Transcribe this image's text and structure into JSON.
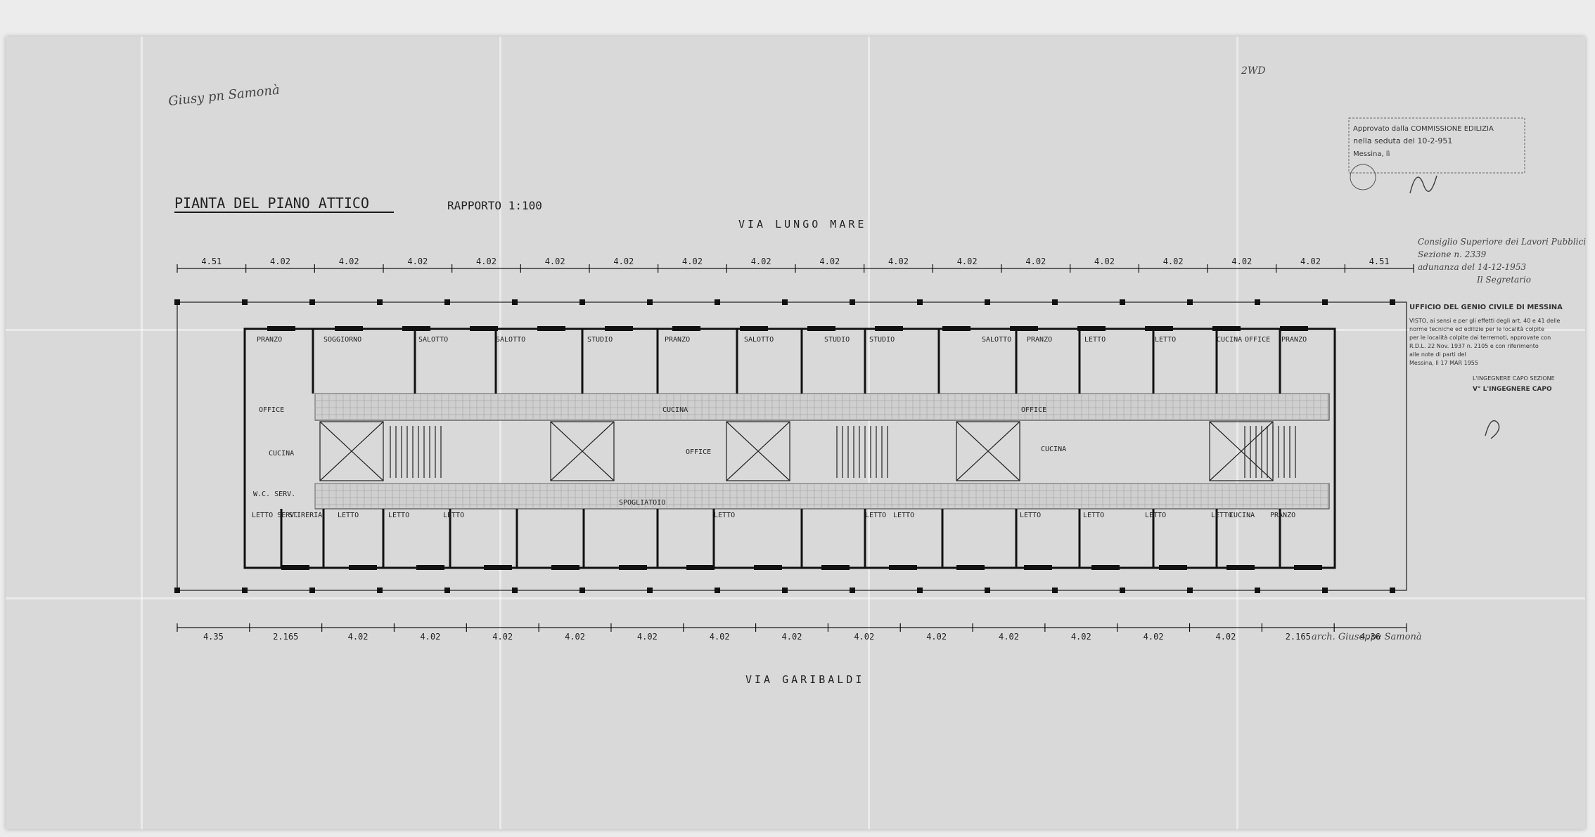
{
  "drawing": {
    "title": "PIANTA DEL PIANO ATTICO",
    "scale": "RAPPORTO 1:100",
    "street_top": "VIA LUNGO MARE",
    "street_bottom": "VIA GARIBALDI",
    "architect_signature": "arch. Giuseppe Samonà",
    "top_left_note": "Giusy pn Samonà",
    "corner_note": "2WD"
  },
  "dimensions": {
    "top": [
      "4.51",
      "4.02",
      "4.02",
      "4.02",
      "4.02",
      "4.02",
      "4.02",
      "4.02",
      "4.02",
      "4.02",
      "4.02",
      "4.02",
      "4.02",
      "4.02",
      "4.02",
      "4.02",
      "4.02",
      "4.51"
    ],
    "bottom": [
      "4.35",
      "2.165",
      "4.02",
      "4.02",
      "4.02",
      "4.02",
      "4.02",
      "4.02",
      "4.02",
      "4.02",
      "4.02",
      "4.02",
      "4.02",
      "4.02",
      "4.02",
      "2.165",
      "4.36"
    ]
  },
  "rooms_top": [
    "PRANZO",
    "SOGGIORNO",
    "SALOTTO",
    "SALOTTO",
    "STUDIO",
    "PRANZO",
    "SALOTTO",
    "STUDIO",
    "STUDIO",
    "SALOTTO",
    "PRANZO",
    "LETTO",
    "LETTO",
    "CUCINA",
    "OFFICE",
    "PRANZO"
  ],
  "rooms_middle": [
    "OFFICE",
    "CUCINA",
    "OFFICE",
    "CUCINA",
    "OFFICE",
    "CUCINA"
  ],
  "rooms_bottom": [
    "W.C. SERV.",
    "LETTO SERV.",
    "STIRERIA",
    "LETTO",
    "LETTO",
    "LETTO",
    "SPOGLIATOIO",
    "LETTO",
    "LETTO",
    "LETTO",
    "LETTO",
    "LETTO",
    "LETTO",
    "LETTO",
    "CUCINA",
    "PRANZO"
  ],
  "stamps": {
    "commission": [
      "Approvato dalla COMMISSIONE EDILIZIA",
      "nella seduta del 10-2-951",
      "Messina, lì"
    ],
    "council": [
      "Consiglio Superiore dei Lavori Pubblici",
      "Sezione n. 2339",
      "adunanza del 14-12-1953",
      "Il Segretario"
    ],
    "genio_civile": {
      "header": "UFFICIO DEL GENIO CIVILE DI MESSINA",
      "lines": [
        "VISTO, ai sensi e per gli effetti degli art. 40 e 41 delle",
        "norme tecniche ed edilizie per le località colpite",
        "per le località colpite dai terremoti, approvate con",
        "R.D.L. 22 Nov. 1937 n. 2105 e con riferimento",
        "alle note di parti del",
        "Messina, lì 17 MAR 1955"
      ],
      "chief": "L'INGEGNERE CAPO SEZIONE",
      "capo": "V° L'INGEGNERE CAPO"
    }
  },
  "colors": {
    "paper": "#d9d9d9",
    "ink": "#1a1a1a",
    "stamp_ink": "#333333"
  }
}
